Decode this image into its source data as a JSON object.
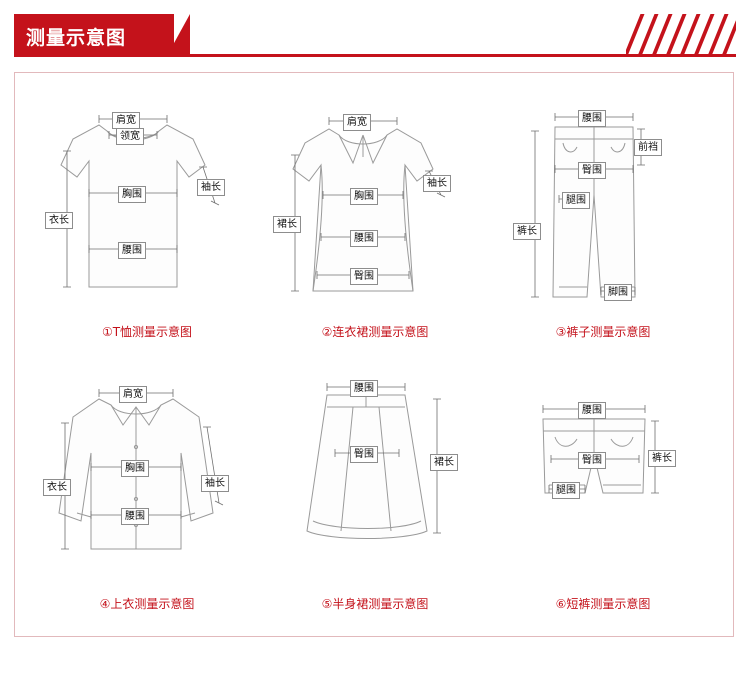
{
  "header": {
    "title": "测量示意图",
    "accent_color": "#c4121b"
  },
  "diagrams": [
    {
      "id": "tshirt",
      "caption": "①T恤测量示意图",
      "labels": [
        "肩宽",
        "领宽",
        "袖长",
        "胸围",
        "衣长",
        "腰围"
      ]
    },
    {
      "id": "dress",
      "caption": "②连衣裙测量示意图",
      "labels": [
        "肩宽",
        "袖长",
        "胸围",
        "裙长",
        "腰围",
        "臀围"
      ]
    },
    {
      "id": "pants",
      "caption": "③裤子测量示意图",
      "labels": [
        "腰围",
        "前裆",
        "臀围",
        "腿围",
        "裤长",
        "脚围"
      ]
    },
    {
      "id": "shirt",
      "caption": "④上衣测量示意图",
      "labels": [
        "肩宽",
        "衣长",
        "胸围",
        "袖长",
        "腰围"
      ]
    },
    {
      "id": "skirt",
      "caption": "⑤半身裙测量示意图",
      "labels": [
        "腰围",
        "臀围",
        "裙长"
      ]
    },
    {
      "id": "shorts",
      "caption": "⑥短裤测量示意图",
      "labels": [
        "腰围",
        "臀围",
        "裤长",
        "腿围"
      ]
    }
  ]
}
